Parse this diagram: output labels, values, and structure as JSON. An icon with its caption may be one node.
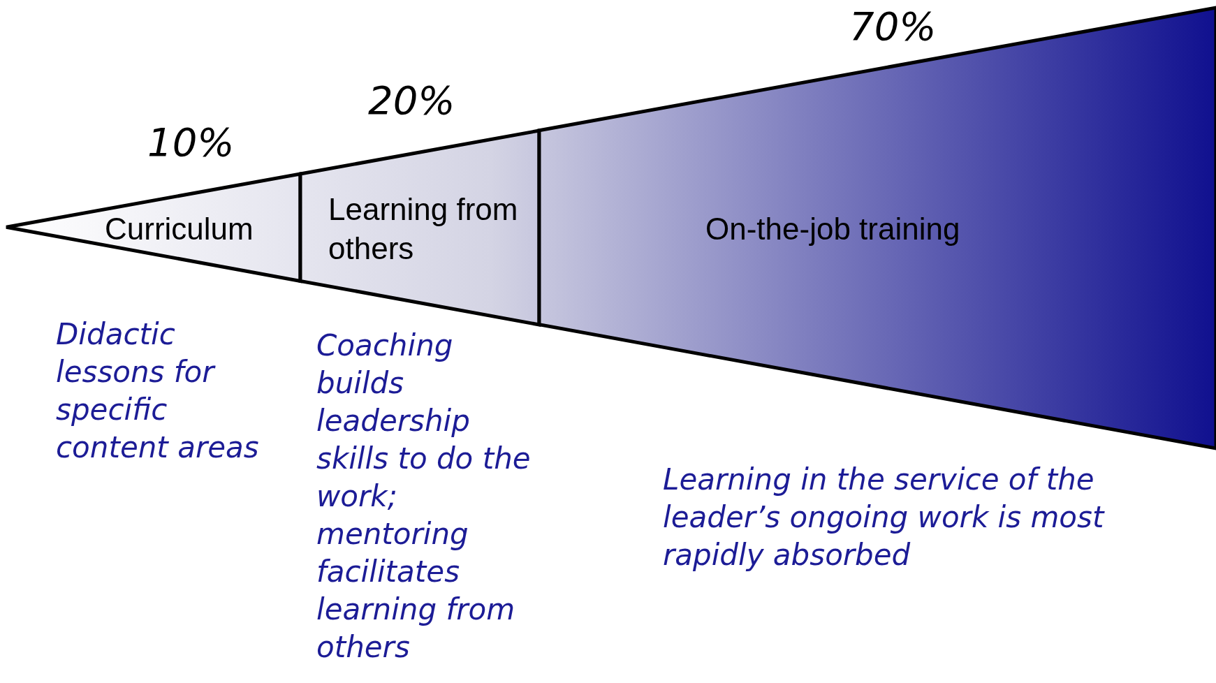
{
  "diagram": {
    "nodes": [
      {
        "text": [
          "Curriculum"
        ],
        "beside": [
          "10%",
          "Didactic lessons for specific content areas"
        ]
      },
      {
        "text": [
          "Learning from others"
        ],
        "beside": [
          "20%",
          "Coaching builds leadership skills to do the work; mentoring facilitates learning from others"
        ]
      },
      {
        "text": [
          "On-the-job training"
        ],
        "beside": [
          "70%",
          "Learning in the service of the leader’s ongoing work is most rapidly absorbed"
        ]
      }
    ]
  }
}
